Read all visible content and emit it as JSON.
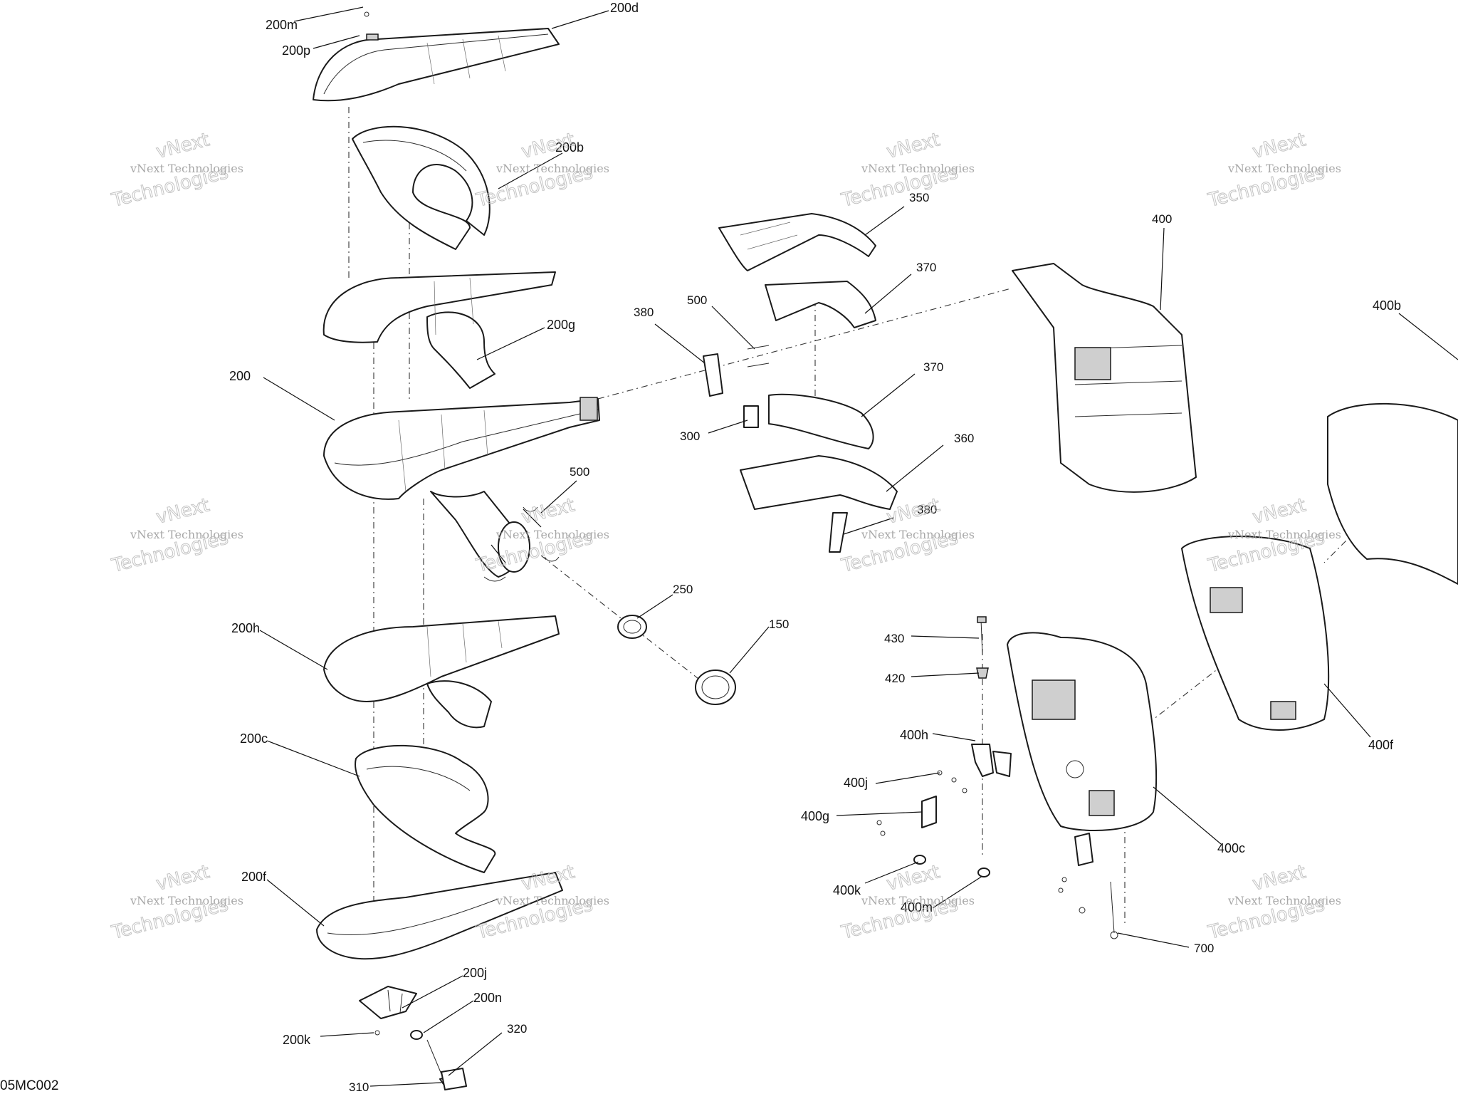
{
  "diagram": {
    "reference_code": "05MC002",
    "watermark": {
      "line1": "vNext",
      "line2": "vNext Technologies",
      "line3": "Technologies"
    },
    "callouts": {
      "c200m": "200m",
      "c200p": "200p",
      "c200d": "200d",
      "c200b": "200b",
      "c200g": "200g",
      "c200": "200",
      "c200h": "200h",
      "c200c": "200c",
      "c200f": "200f",
      "c200j": "200j",
      "c200n": "200n",
      "c200k": "200k",
      "c310": "310",
      "c320": "320",
      "c350": "350",
      "c370a": "370",
      "c370b": "370",
      "c360": "360",
      "c380a": "380",
      "c380b": "380",
      "c500a": "500",
      "c500b": "500",
      "c300": "300",
      "c250": "250",
      "c150": "150",
      "c400": "400",
      "c400b": "400b",
      "c400f": "400f",
      "c400c": "400c",
      "c430": "430",
      "c420": "420",
      "c400h": "400h",
      "c400j": "400j",
      "c400g": "400g",
      "c400k": "400k",
      "c400m": "400m",
      "c700": "700"
    }
  }
}
